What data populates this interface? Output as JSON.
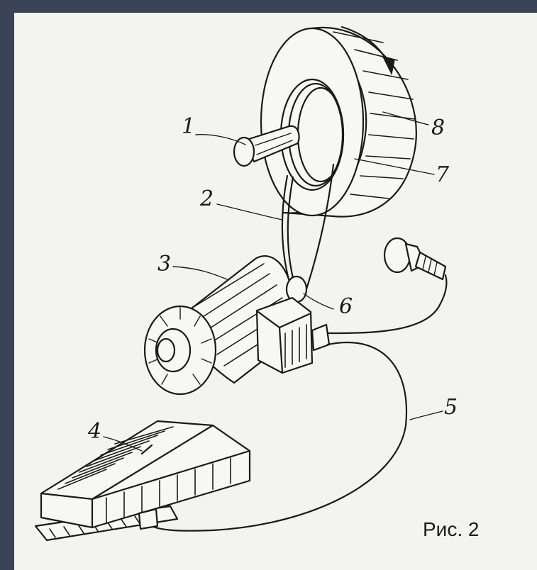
{
  "figure": {
    "caption": "Рис. 2",
    "callouts": [
      {
        "id": "1",
        "label": "1"
      },
      {
        "id": "2",
        "label": "2"
      },
      {
        "id": "3",
        "label": "3"
      },
      {
        "id": "4",
        "label": "4"
      },
      {
        "id": "5",
        "label": "5"
      },
      {
        "id": "6",
        "label": "6"
      },
      {
        "id": "7",
        "label": "7"
      },
      {
        "id": "8",
        "label": "8"
      }
    ]
  },
  "colors": {
    "frame": "#3b4456",
    "paper": "#f3f3f1",
    "ink": "#1a1a1a"
  }
}
